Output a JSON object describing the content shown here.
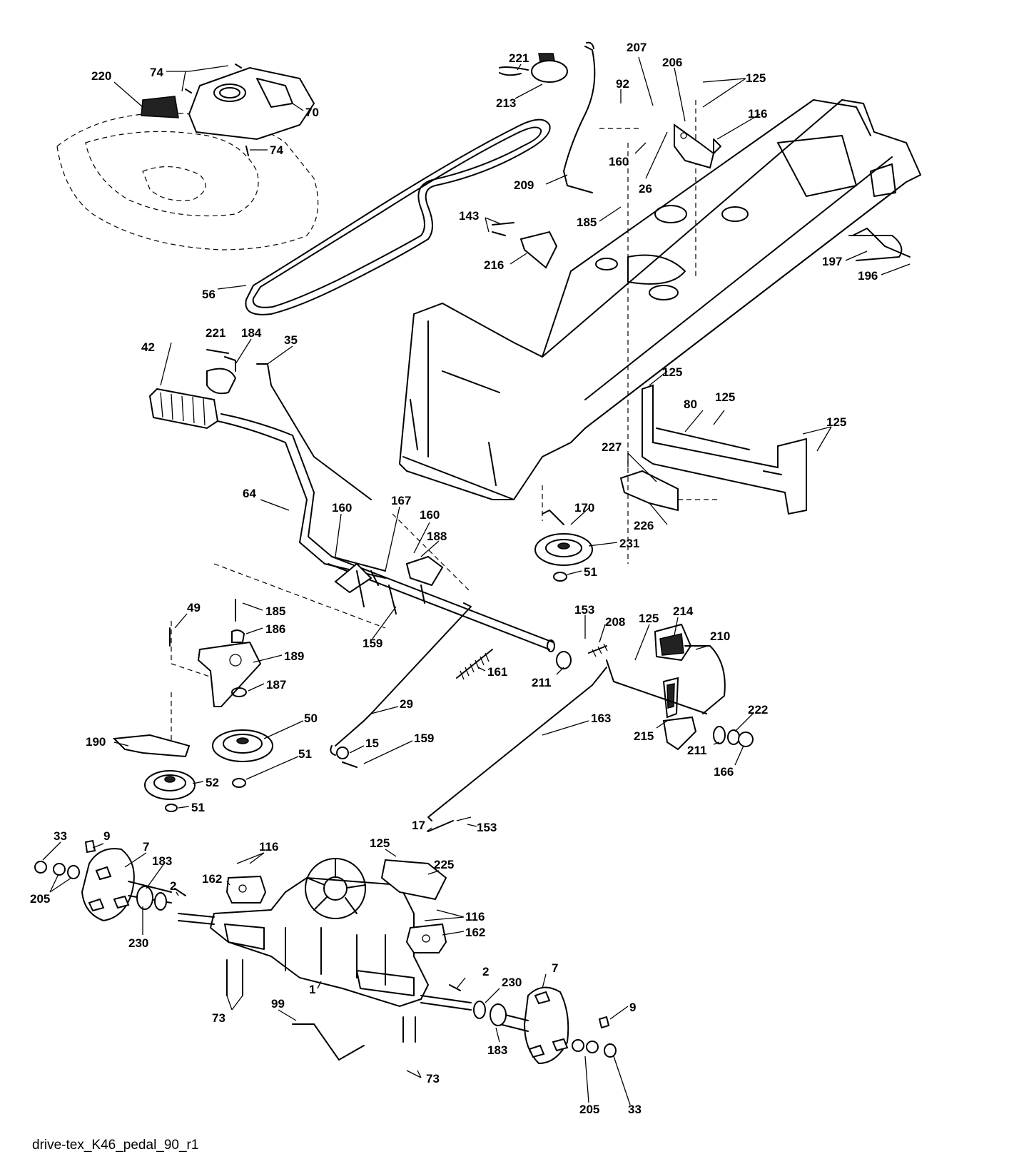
{
  "diagram": {
    "caption": "drive-tex_K46_pedal_90_r1",
    "callouts": [
      "220",
      "74",
      "70",
      "74",
      "221",
      "213",
      "56",
      "207",
      "92",
      "160",
      "26",
      "206",
      "125",
      "116",
      "209",
      "185",
      "143",
      "216",
      "197",
      "196",
      "221",
      "184",
      "35",
      "42",
      "64",
      "160",
      "167",
      "160",
      "188",
      "125",
      "80",
      "125",
      "125",
      "227",
      "226",
      "170",
      "231",
      "51",
      "49",
      "185",
      "186",
      "189",
      "187",
      "159",
      "161",
      "153",
      "208",
      "125",
      "214",
      "210",
      "211",
      "29",
      "163",
      "215",
      "211",
      "222",
      "166",
      "190",
      "50",
      "51",
      "15",
      "159",
      "52",
      "51",
      "17",
      "153",
      "33",
      "9",
      "7",
      "183",
      "205",
      "2",
      "116",
      "162",
      "125",
      "225",
      "116",
      "162",
      "230",
      "2",
      "230",
      "7",
      "9",
      "73",
      "1",
      "99",
      "183",
      "73",
      "205",
      "33"
    ]
  }
}
